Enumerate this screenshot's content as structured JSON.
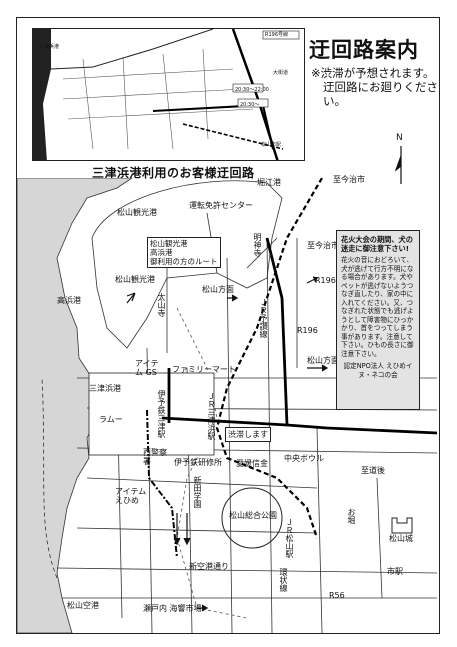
{
  "title": "迂回路案内",
  "notice": [
    "※渋滞が予想されます。",
    "迂回路にお廻りください。"
  ],
  "caption": "三津浜港利用のお客様迂回路",
  "inset": {
    "labels": [
      "三津浜港",
      "松山市駅",
      "R196号線",
      "大街道",
      "20:30～22:00",
      "20:30～"
    ]
  },
  "north": "N",
  "map_labels": {
    "imabari": "至今治市",
    "horie": "堀江港",
    "imabari2": "至今治市",
    "driving": "運転免許センター",
    "kanko": "松山観光港",
    "route_box": [
      "松山観光港",
      "高浜港",
      "御利用の方のルート"
    ],
    "kanko2": "松山観光港",
    "takahama": "高浜港",
    "taisan": "太山寺",
    "matsuyama_dir": "松山方面",
    "matsuyama_dir2": "松山方面",
    "r196": "R196",
    "r196b": "R196",
    "jr_line": "ＪＲ予讃線",
    "myojin": "明神寺",
    "aitemu_gs": "アイテム GS",
    "familymart": "ファミリーマート",
    "mitsuhama_port": "三津浜港",
    "iyotetsu_mitsu": "伊予鉄三津駅",
    "jr_mitsuhama": "ＪＲ三津浜駅",
    "lamu": "ラムー",
    "nishi_police": "西警察署",
    "iyotetsu_center": "伊予鉄研修所",
    "aiko": "愛媛信金",
    "shintakada": "新田学園",
    "jam": "渋滞します",
    "chuo_bowl": "中央ボウル",
    "dogo": "至道後",
    "aitemu_ehime": "アイテム えひめ",
    "sogo_park": "松山総合公園",
    "jr_matsuyama": "ＪＲ松山駅",
    "ohori": "お堀",
    "castle": "松山城",
    "shinkuko": "新空港通り",
    "shieki": "市駅",
    "kanjo": "環状線",
    "r56": "R56",
    "airport": "松山空港",
    "seto": "瀬戸内 海響市場"
  },
  "fire_notice": {
    "heading": "花火大会の期間、犬の迷走に御注意下さい!",
    "body": "花火の音におどろいて、犬が逃げて行方不明になる場合があります。犬やペットが逃げないようつなぎ直したり、家の中に入れてください。又、つなぎれた状態でも逃げようとして障害物にひっかかり、首をつってしまう事があります。注意して下さい。ひもの長さに御注意下さい。",
    "signature": "認定NPO法人 えひめイヌ・ネコの会"
  }
}
